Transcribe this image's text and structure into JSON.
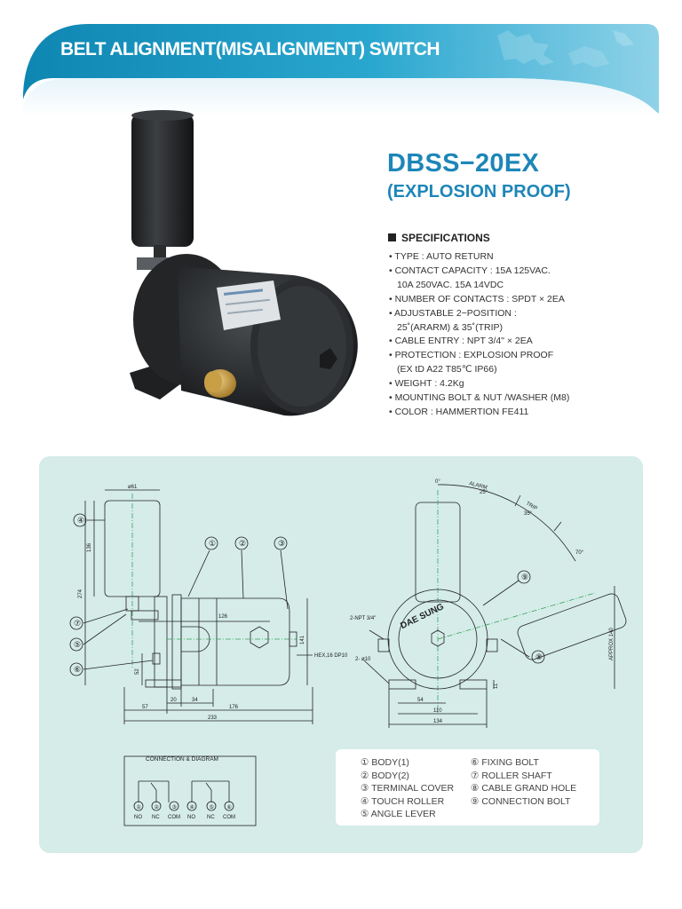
{
  "banner": {
    "title": "BELT ALIGNMENT(MISALIGNMENT) SWITCH"
  },
  "model": {
    "name": "DBSS−20EX",
    "subtitle": "(EXPLOSION PROOF)"
  },
  "specs": {
    "heading": "SPECIFICATIONS",
    "lines": [
      {
        "text": "• TYPE : AUTO RETURN",
        "indent": false
      },
      {
        "text": "• CONTACT CAPACITY : 15A 125VAC.",
        "indent": false
      },
      {
        "text": "10A 250VAC. 15A 14VDC",
        "indent": true
      },
      {
        "text": "• NUMBER OF CONTACTS : SPDT × 2EA",
        "indent": false
      },
      {
        "text": "• ADJUSTABLE 2−POSITION :",
        "indent": false
      },
      {
        "text": "25˚(ARARM) & 35˚(TRIP)",
        "indent": true
      },
      {
        "text": "• CABLE ENTRY : NPT 3/4\" × 2EA",
        "indent": false
      },
      {
        "text": "• PROTECTION : EXPLOSION PROOF",
        "indent": false
      },
      {
        "text": "(EX tD A22 T85℃ IP66)",
        "indent": true
      },
      {
        "text": "• WEIGHT : 4.2Kg",
        "indent": false
      },
      {
        "text": "• MOUNTING BOLT & NUT /WASHER (M8)",
        "indent": false
      },
      {
        "text": "• COLOR : HAMMERTION FE411",
        "indent": false
      }
    ]
  },
  "photo": {
    "nameplate_text": "DAE SUNG"
  },
  "drawing": {
    "side_view": {
      "dia_top": "ø61",
      "h136": "136",
      "h274": "274",
      "w126": "126",
      "h141": "141",
      "h52": "52",
      "w20": "20",
      "w34": "34",
      "w57": "57",
      "w176": "176",
      "w233": "233",
      "hex_note": "HEX,16 DP10",
      "callouts": [
        "①",
        "②",
        "③",
        "④",
        "⑤",
        "⑥",
        "⑦"
      ]
    },
    "front_view": {
      "zero": "0°",
      "alarm": "ALARM",
      "alarm_deg": "25°",
      "trip": "TRIP",
      "trip_deg": "35°",
      "deg70": "70°",
      "npt": "2-NPT 3/4\"",
      "hole": "2- ø10",
      "w54": "54",
      "w110": "110",
      "w134": "134",
      "h11": "11",
      "approx": "APPROX 140",
      "brand": "DAE SUNG",
      "callouts": [
        "⑧",
        "⑨"
      ]
    },
    "connection": {
      "title": "CONNECTION & DIAGRAM",
      "terminals": [
        "①",
        "②",
        "③",
        "④",
        "⑤",
        "⑥"
      ],
      "labels": [
        "NO",
        "NC",
        "COM",
        "NO",
        "NC",
        "COM"
      ]
    },
    "legend": {
      "col1": [
        "① BODY(1)",
        "② BODY(2)",
        "③ TERMINAL COVER",
        "④ TOUCH ROLLER",
        "⑤ ANGLE LEVER"
      ],
      "col2": [
        "⑥ FIXING BOLT",
        "⑦ ROLLER SHAFT",
        "⑧ CABLE GRAND HOLE",
        "⑨ CONNECTION BOLT"
      ]
    }
  },
  "colors": {
    "brand_blue": "#1d86b8",
    "banner_teal": "#1f9cc4",
    "panel_bg": "#d5ece9",
    "drawing_green": "#3aa35a"
  }
}
